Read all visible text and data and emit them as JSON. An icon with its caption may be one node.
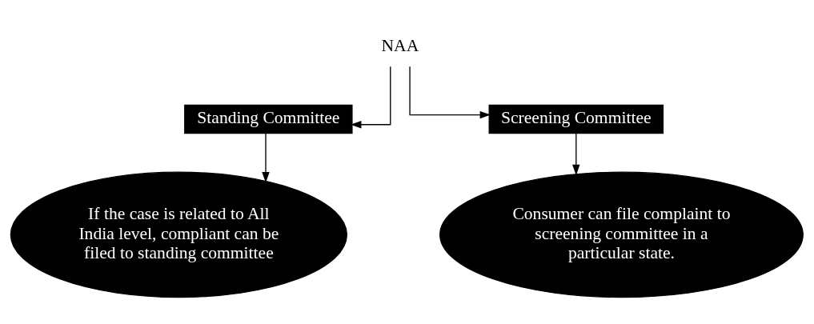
{
  "diagram": {
    "nodes": [
      {
        "text": [
          "NAA"
        ]
      },
      {
        "text": [
          "Standing Committee"
        ]
      },
      {
        "text": [
          "Screening Committee"
        ]
      },
      {
        "text": [
          "If the case is related to All India level, compliant can be filed to standing committee"
        ]
      },
      {
        "text": [
          "Consumer can file complaint to screening committee in a particular state."
        ]
      }
    ],
    "edges": [
      {
        "from": 0,
        "to": 1,
        "arrow": "to"
      },
      {
        "from": 0,
        "to": 2,
        "arrow": "to"
      },
      {
        "from": 1,
        "to": 3,
        "arrow": "to"
      },
      {
        "from": 2,
        "to": 4,
        "arrow": "to"
      }
    ]
  }
}
